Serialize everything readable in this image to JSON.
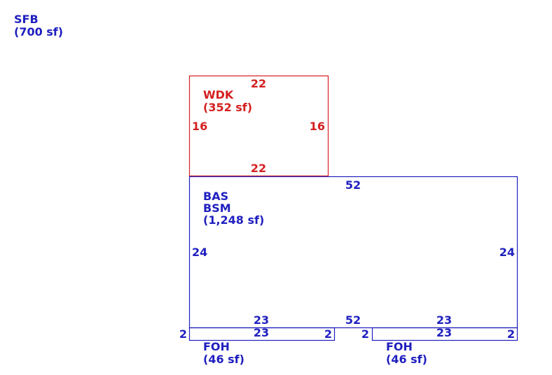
{
  "colors": {
    "blue": "#1f1fbf",
    "red": "#d42020"
  },
  "legend": {
    "code": "SFB",
    "area": "(700 sf)"
  },
  "areas": {
    "wdk": {
      "code": "WDK",
      "area": "(352 sf)",
      "dims": {
        "top": "22",
        "bottom": "22",
        "left": "16",
        "right": "16"
      }
    },
    "bas": {
      "code1": "BAS",
      "code2": "BSM",
      "area": "(1,248 sf)",
      "dims": {
        "top": "52",
        "bottom": "52",
        "left": "24",
        "right": "24"
      }
    },
    "foh_left": {
      "code": "FOH",
      "area": "(46 sf)",
      "dims": {
        "top": "23",
        "bottom": "23",
        "left": "2",
        "right": "2"
      }
    },
    "foh_right": {
      "code": "FOH",
      "area": "(46 sf)",
      "dims": {
        "top": "23",
        "bottom": "23",
        "left": "2",
        "right": "2"
      }
    }
  }
}
